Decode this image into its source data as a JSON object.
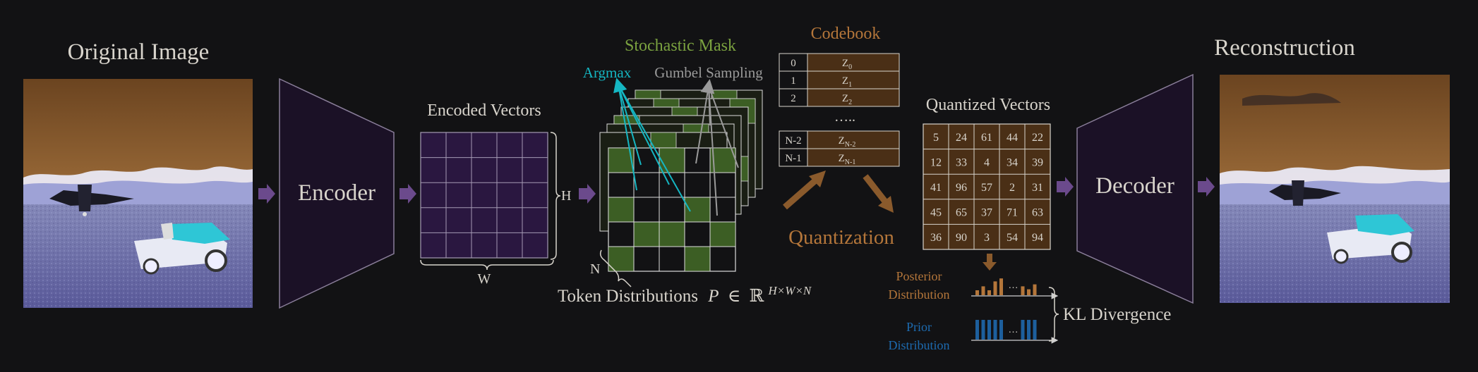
{
  "title_original": "Original Image",
  "title_reconstruction": "Reconstruction",
  "encoder_label": "Encoder",
  "decoder_label": "Decoder",
  "encoded_vectors_label": "Encoded Vectors",
  "h_label": "H",
  "w_label": "W",
  "n_label": "N",
  "stochastic_mask_label": "Stochastic Mask",
  "argmax_label": "Argmax",
  "gumbel_label": "Gumbel Sampling",
  "token_dist_prefix": "Token Distributions",
  "token_dist_symbol": "P",
  "token_dist_in": "∈",
  "token_dist_space": "ℝ",
  "token_dist_exp": "H×W×N",
  "codebook_label": "Codebook",
  "codebook_top": [
    {
      "index": "0",
      "entry": "Z",
      "sub": "0"
    },
    {
      "index": "1",
      "entry": "Z",
      "sub": "1"
    },
    {
      "index": "2",
      "entry": "Z",
      "sub": "2"
    }
  ],
  "codebook_ellipsis": "…..",
  "codebook_bottom": [
    {
      "index": "N-2",
      "entry": "Z",
      "sub": "N-2"
    },
    {
      "index": "N-1",
      "entry": "Z",
      "sub": "N-1"
    }
  ],
  "quantization_label": "Quantization",
  "quantized_label": "Quantized Vectors",
  "quantized_grid": [
    [
      "5",
      "24",
      "61",
      "44",
      "22"
    ],
    [
      "12",
      "33",
      "4",
      "34",
      "39"
    ],
    [
      "41",
      "96",
      "57",
      "2",
      "31"
    ],
    [
      "45",
      "65",
      "37",
      "71",
      "63"
    ],
    [
      "36",
      "90",
      "3",
      "54",
      "94"
    ]
  ],
  "posterior_label": [
    "Posterior",
    "Distribution"
  ],
  "prior_label": [
    "Prior",
    "Distribution"
  ],
  "kl_label": "KL Divergence",
  "posterior_bars": [
    0.25,
    0.45,
    0.25,
    0.7,
    0.85,
    0.45,
    0.3,
    0.55
  ],
  "prior_bars": [
    1,
    1,
    1,
    1,
    1,
    1,
    1,
    1
  ],
  "ellipsis": "…",
  "colors": {
    "background": "#121214",
    "block_fill": "#1b1126",
    "block_stroke": "#8a7e9a",
    "grid_fill": "#2a1740",
    "green": "#3c5e24",
    "green_text": "#7aa13f",
    "cyan": "#15b6c2",
    "orange": "#b4763a",
    "codebook_fill": "#4a2f16",
    "blue": "#1d5f9d",
    "arrow_purple": "#6b4a8c",
    "text": "#d8d4cc"
  }
}
